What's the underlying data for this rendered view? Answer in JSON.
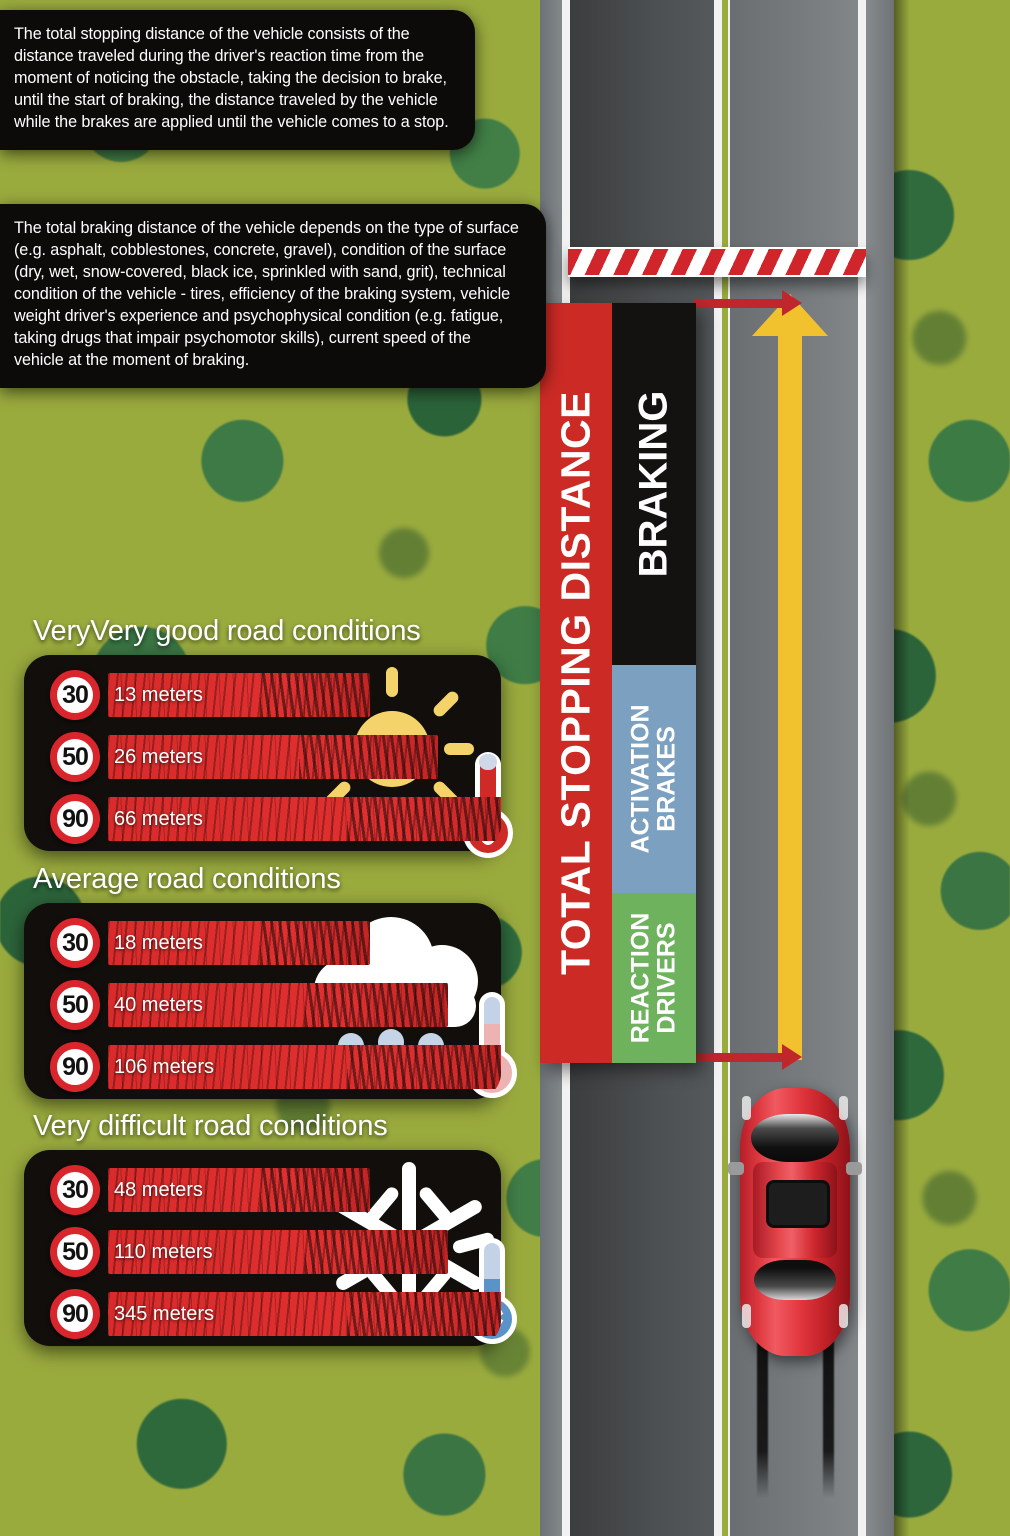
{
  "panels": [
    {
      "id": "stopping-distance-definition",
      "text": "The total stopping distance of the vehicle consists of the distance traveled during the driver's reaction time from the moment of noticing the obstacle, taking the decision to brake, until the start of braking, the distance traveled by the vehicle while the brakes are applied until the vehicle comes to a stop."
    },
    {
      "id": "braking-distance-factors",
      "text": "The total braking distance of the vehicle depends on the type of surface (e.g. asphalt, cobblestones, concrete, gravel), condition of the surface (dry, wet, snow-covered, black ice, sprinkled with sand, grit), technical condition of the vehicle - tires, efficiency of the braking system, vehicle weight driver's experience and psychophysical condition (e.g. fatigue, taking drugs that impair psychomotor skills), current speed of the vehicle at the moment of braking."
    }
  ],
  "stacked_bar": {
    "total_label": "TOTAL STOPPING DISTANCE",
    "total_color": "#cb2a25",
    "segments": [
      {
        "label": "BRAKING",
        "color": "#141210"
      },
      {
        "label": "ACTIVATION\nBRAKES",
        "line1": "ACTIVATION",
        "line2": "BRAKES",
        "color": "#7ba0c0"
      },
      {
        "label": "REACTION\nDRIVERS",
        "line1": "REACTION",
        "line2": "DRIVERS",
        "color": "#6eb25e"
      }
    ]
  },
  "conditions": [
    {
      "title": "VeryVery good road conditions",
      "weather_icon": "sun-icon",
      "thermometer": "hot-thermometer-icon",
      "rows": [
        {
          "speed": "30",
          "distance": "13 meters",
          "fill": 62
        },
        {
          "speed": "50",
          "distance": "26 meters",
          "fill": 78
        },
        {
          "speed": "90",
          "distance": "66 meters",
          "fill": 100
        }
      ]
    },
    {
      "title": "Average road conditions",
      "weather_icon": "rain-cloud-icon",
      "thermometer": "mild-thermometer-icon",
      "rows": [
        {
          "speed": "30",
          "distance": "18 meters",
          "fill": 62
        },
        {
          "speed": "50",
          "distance": "40 meters",
          "fill": 80
        },
        {
          "speed": "90",
          "distance": "106 meters",
          "fill": 100
        }
      ]
    },
    {
      "title": "Very difficult road conditions",
      "weather_icon": "snowflake-icon",
      "thermometer": "cold-thermometer-icon",
      "rows": [
        {
          "speed": "30",
          "distance": "48 meters",
          "fill": 62
        },
        {
          "speed": "50",
          "distance": "110 meters",
          "fill": 80
        },
        {
          "speed": "90",
          "distance": "345 meters",
          "fill": 100
        }
      ]
    }
  ],
  "scene": {
    "barrier": "striped-road-barrier",
    "vehicle": "red-car-top-view",
    "skid_marks": "tire-skid-marks",
    "arrow_up_color": "#f2c12e",
    "arrow_side_color": "#c0272d"
  }
}
